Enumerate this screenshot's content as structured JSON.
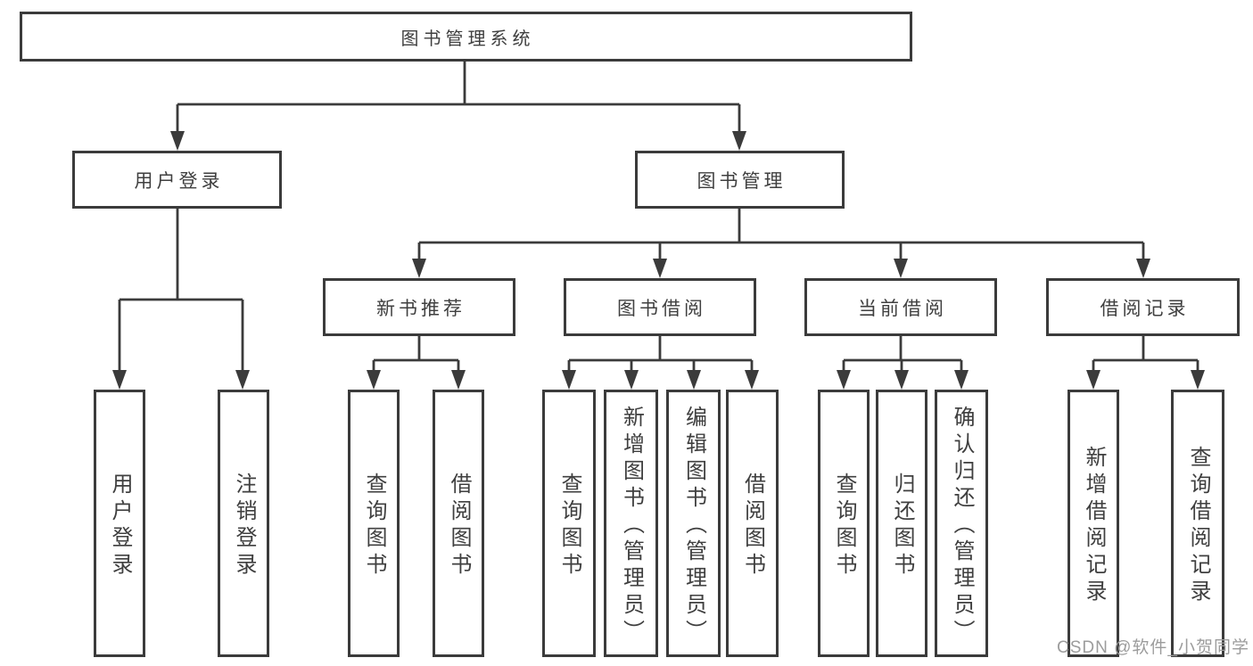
{
  "tree": {
    "root": {
      "label": "图书管理系统"
    },
    "branches": [
      {
        "label": "用户登录",
        "children": [
          {
            "label": "用户登录"
          },
          {
            "label": "注销登录"
          }
        ]
      },
      {
        "label": "图书管理",
        "children": [
          {
            "label": "新书推荐",
            "children": [
              {
                "label": "查询图书"
              },
              {
                "label": "借阅图书"
              }
            ]
          },
          {
            "label": "图书借阅",
            "children": [
              {
                "label": "查询图书"
              },
              {
                "label": "新增图书（管理员）"
              },
              {
                "label": "编辑图书（管理员）"
              },
              {
                "label": "借阅图书"
              }
            ]
          },
          {
            "label": "当前借阅",
            "children": [
              {
                "label": "查询图书"
              },
              {
                "label": "归还图书"
              },
              {
                "label": "确认归还（管理员）"
              }
            ]
          },
          {
            "label": "借阅记录",
            "children": [
              {
                "label": "新增借阅记录"
              },
              {
                "label": "查询借阅记录"
              }
            ]
          }
        ]
      }
    ]
  },
  "watermark": "CSDN @软件_小贺同学",
  "colors": {
    "line": "#3b3b3b",
    "box_border": "#3b3b3b",
    "text": "#3f3f3f",
    "watermark": "#9c9c9c",
    "background": "#ffffff"
  }
}
